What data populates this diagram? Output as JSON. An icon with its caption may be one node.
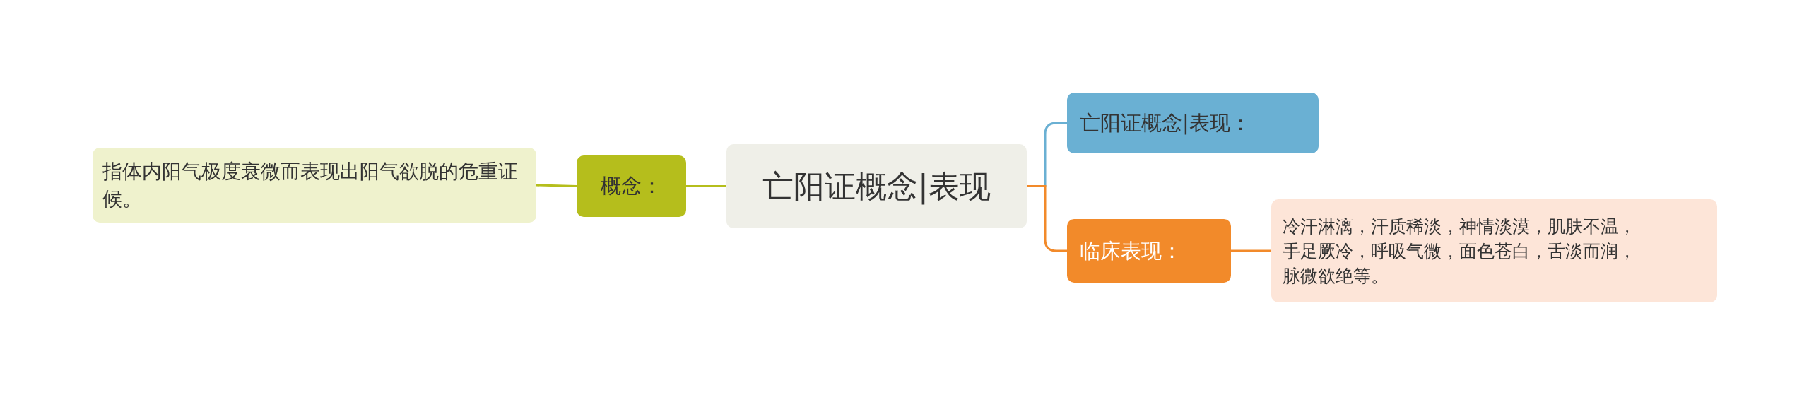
{
  "diagram": {
    "nodes": [
      {
        "text": [
          "亡阳证概念|表现"
        ]
      },
      {
        "text": [
          "概念："
        ]
      },
      {
        "text": [
          "指体内阳气极度衰微而表现出阳气欲脱的危重证候。"
        ]
      },
      {
        "text": [
          "亡阳证概念|表现："
        ]
      },
      {
        "text": [
          "临床表现："
        ]
      },
      {
        "text": [
          "冷汗淋漓，汗质稀淡，神情淡漠，肌肤不温，手足厥冷，呼吸气微，面色苍白，舌淡而润，脉微欲绝等。"
        ]
      }
    ],
    "edges": [
      {
        "from": 0,
        "to": 1,
        "arrow": "none",
        "color": "#b5be1c"
      },
      {
        "from": 1,
        "to": 2,
        "arrow": "none",
        "color": "#b5be1c"
      },
      {
        "from": 0,
        "to": 3,
        "arrow": "none",
        "color": "#6ab0d3"
      },
      {
        "from": 0,
        "to": 4,
        "arrow": "none",
        "color": "#f28a2a"
      },
      {
        "from": 4,
        "to": 5,
        "arrow": "none",
        "color": "#f28a2a"
      }
    ]
  }
}
